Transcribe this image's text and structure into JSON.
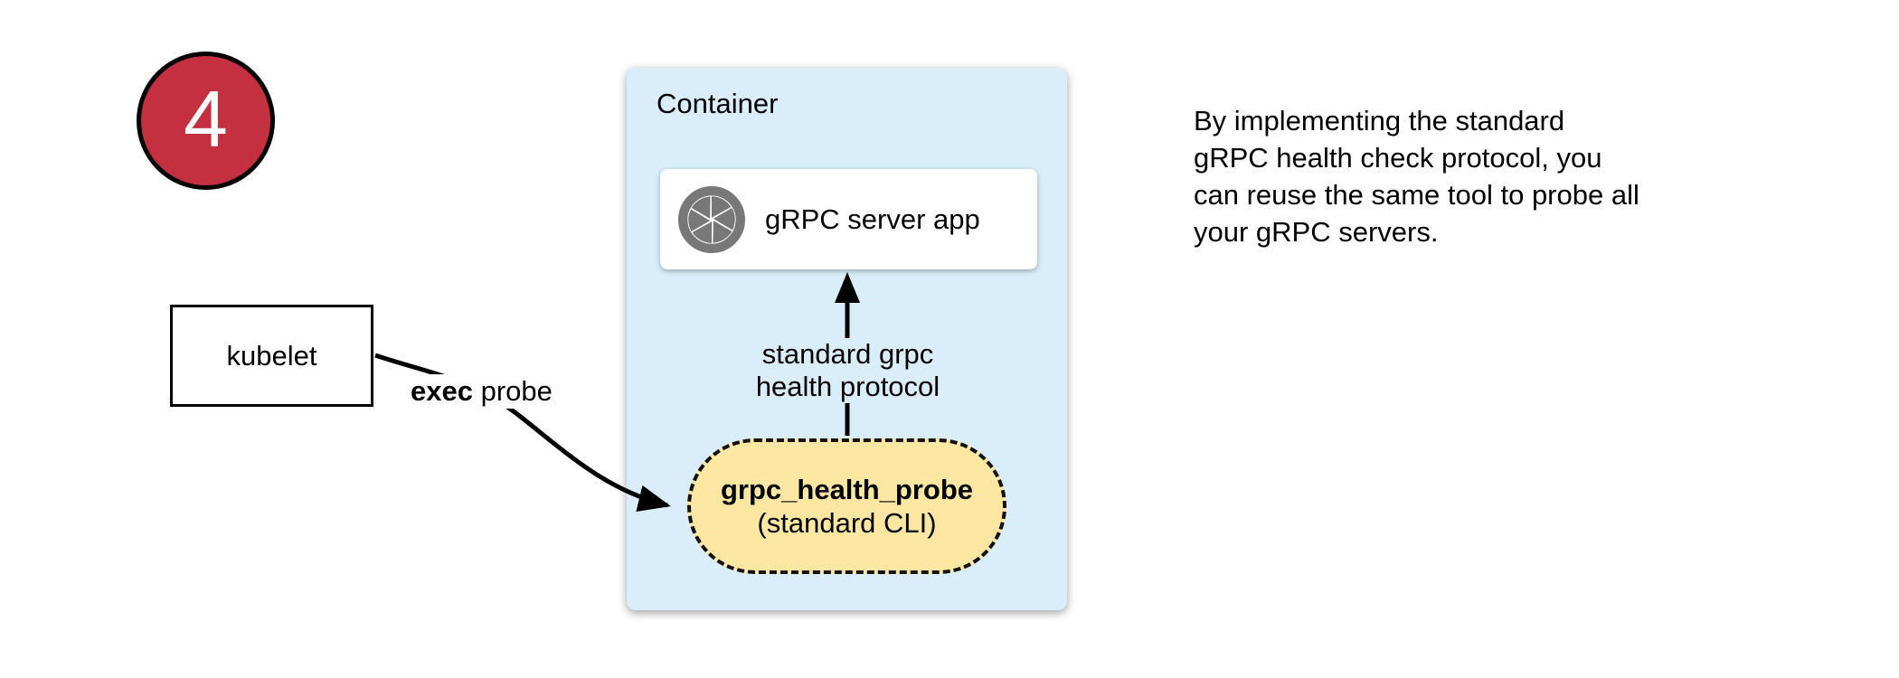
{
  "colors": {
    "badge_red": "#C4303F",
    "container_blue": "#D9EEFA",
    "probe_yellow": "#FBE7A1",
    "icon_gray": "#787878",
    "edge_black": "#000000"
  },
  "badge": {
    "number": "4"
  },
  "kubelet": {
    "label": "kubelet"
  },
  "container": {
    "label": "Container",
    "server": {
      "label": "gRPC server app",
      "icon": "aperture-icon"
    },
    "probe": {
      "title": "grpc_health_probe",
      "subtitle": "(standard CLI)"
    }
  },
  "edges": {
    "exec": {
      "bold": "exec",
      "rest": " probe"
    },
    "health": {
      "line1": "standard grpc",
      "line2": "health protocol"
    }
  },
  "note": {
    "line1": "By implementing the standard",
    "line2": "gRPC health check protocol, you",
    "line3": "can reuse the same tool to probe all",
    "line4": "your gRPC servers."
  }
}
